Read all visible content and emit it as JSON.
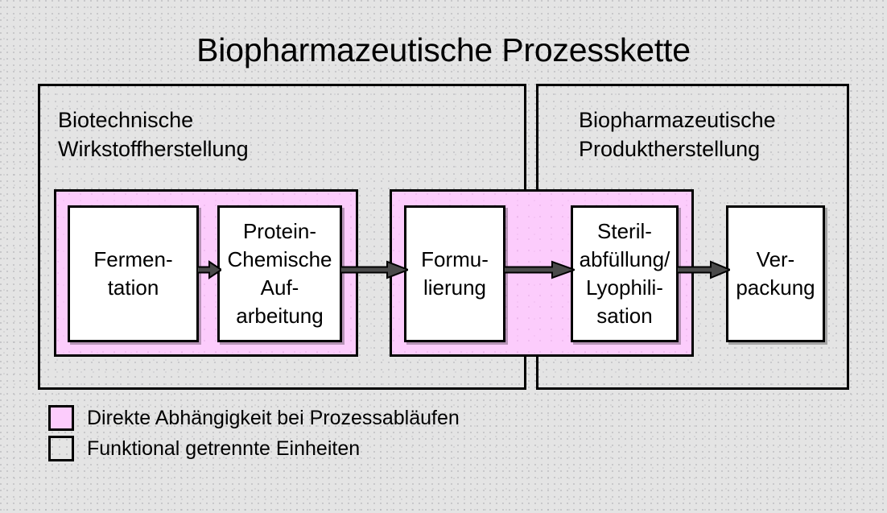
{
  "diagram": {
    "title": "Biopharmazeutische Prozesskette",
    "colors": {
      "background": "#e4e4e4",
      "dependency_pink": "#fcccfc",
      "unit_gray": "#e4e4e4",
      "outline": "#000000",
      "arrow_fill": "#4a4a4a",
      "step_fill": "#ffffff"
    },
    "groups": [
      {
        "id": "biotechnische-wirkstoffherstellung",
        "label": "Biotechnische\nWirkstoffherstellung"
      },
      {
        "id": "biopharmazeutische-produktherstellung",
        "label": "Biopharmazeutische\nProduktherstellung"
      }
    ],
    "dependency_bands": [
      {
        "id": "band-1",
        "steps": [
          "fermentation",
          "protein-chemische-aufarbeitung"
        ]
      },
      {
        "id": "band-2",
        "steps": [
          "formulierung",
          "sterilabfuellung-lyophilisation"
        ]
      }
    ],
    "steps": [
      {
        "id": "fermentation",
        "label": "Fermen-\ntation"
      },
      {
        "id": "protein-chemische-aufarbeitung",
        "label": "Protein-\nChemische\nAuf-\narbeitung"
      },
      {
        "id": "formulierung",
        "label": "Formu-\nlierung"
      },
      {
        "id": "sterilabfuellung-lyophilisation",
        "label": "Steril-\nabfüllung/\nLyophili-\nsation"
      },
      {
        "id": "verpackung",
        "label": "Ver-\npackung"
      }
    ],
    "arrows": [
      {
        "id": "arrow-1",
        "from": "fermentation",
        "to": "protein-chemische-aufarbeitung"
      },
      {
        "id": "arrow-2",
        "from": "protein-chemische-aufarbeitung",
        "to": "formulierung"
      },
      {
        "id": "arrow-3",
        "from": "formulierung",
        "to": "sterilabfuellung-lyophilisation"
      },
      {
        "id": "arrow-4",
        "from": "sterilabfuellung-lyophilisation",
        "to": "verpackung"
      }
    ],
    "legend": [
      {
        "id": "legend-dependency",
        "swatch": "pink",
        "label": "Direkte Abhängigkeit bei Prozessabläufen"
      },
      {
        "id": "legend-units",
        "swatch": "gray",
        "label": "Funktional getrennte Einheiten"
      }
    ]
  }
}
